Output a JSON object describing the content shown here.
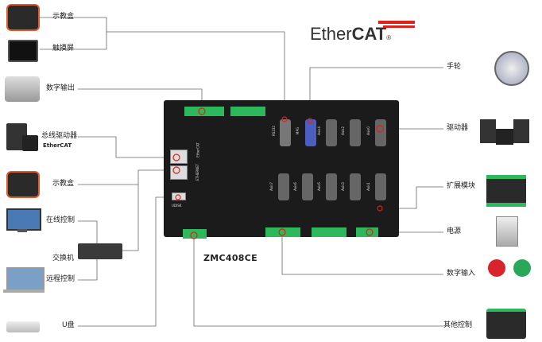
{
  "brand": {
    "name_regular": "Ether",
    "name_bold": "CAT",
    "mark": "®"
  },
  "controller_model": "ZMC408CE",
  "left_labels": {
    "teach_pendant_top": "示教盒",
    "touch_screen": "触摸屏",
    "digital_output": "数字输出",
    "bus_servo": "总线驱动器",
    "bus_servo_sub": "EtherCAT",
    "teach_pendant": "示教盒",
    "online_control": "在线控制",
    "switch": "交换机",
    "remote_control": "远程控制",
    "usb_disk": "U盘"
  },
  "right_labels": {
    "handwheel": "手轮",
    "driver": "驱动器",
    "expansion_module": "扩展模块",
    "power": "电源",
    "digital_input": "数字输入",
    "other_control": "其他控制"
  },
  "board_labels": {
    "ethernet": "ETHERNET",
    "ethercat": "EtherCAT",
    "udisk": "UDISK",
    "rs232": "RS232",
    "mpg": "MPG",
    "axis": [
      "Axis0",
      "Axis1",
      "Axis2",
      "Axis3",
      "Axis4",
      "Axis5",
      "Axis6",
      "Axis7"
    ]
  },
  "colors": {
    "connector_green": "#2eb85c",
    "board": "#1b1b1b",
    "wire": "#555555",
    "accent_red": "#e0201b"
  }
}
